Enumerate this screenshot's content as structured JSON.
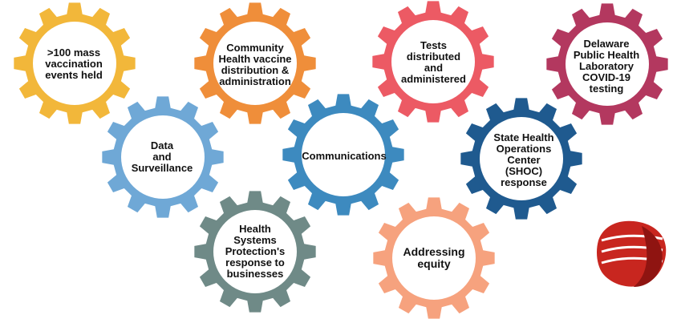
{
  "gears": [
    {
      "id": "mass-vaccination",
      "label": ">100 mass\nvaccination\nevents held",
      "color": "#F2B73A"
    },
    {
      "id": "community-health",
      "label": "Community\nHealth vaccine\ndistribution &\nadministration",
      "color": "#EF8E3A"
    },
    {
      "id": "tests",
      "label": "Tests\ndistributed\nand\nadministered",
      "color": "#EC5A64"
    },
    {
      "id": "delaware-lab",
      "label": "Delaware\nPublic Health\nLaboratory\nCOVID-19\ntesting",
      "color": "#B3385F"
    },
    {
      "id": "data-surveillance",
      "label": "Data\nand\nSurveillance",
      "color": "#6FA8D6"
    },
    {
      "id": "communications",
      "label": "Communications",
      "color": "#3D8ABF"
    },
    {
      "id": "shoc",
      "label": "State Health\nOperations\nCenter\n(SHOC)\nresponse",
      "color": "#1F5A8F"
    },
    {
      "id": "health-systems",
      "label": "Health\nSystems\nProtection's\nresponse to\nbusinesses",
      "color": "#6F8A87"
    },
    {
      "id": "equity",
      "label": "Addressing\nequity",
      "color": "#F6A27E"
    }
  ],
  "logo": {
    "name": "delaware-public-health-logo",
    "colors": [
      "#C8261F",
      "#8F1411"
    ]
  }
}
